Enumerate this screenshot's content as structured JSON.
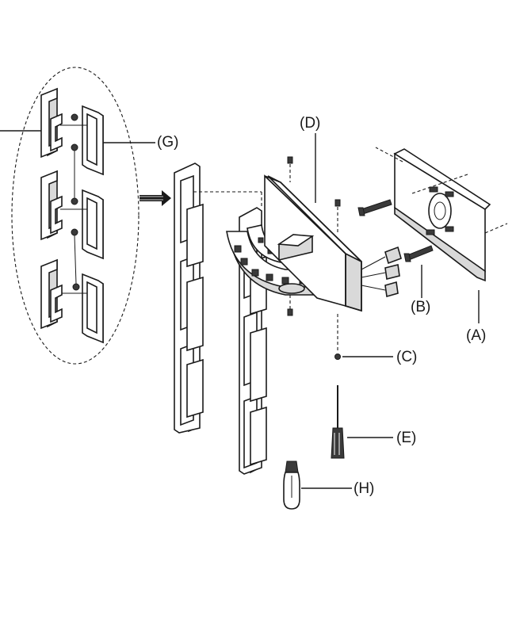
{
  "labels": {
    "a": "(A)",
    "b": "(B)",
    "c": "(C)",
    "d": "(D)",
    "e": "(E)",
    "g": "(G)",
    "h": "(H)"
  },
  "colors": {
    "ink": "#1a1a1a",
    "shade": "#d9d9d9",
    "background": "#ffffff"
  },
  "icons": {
    "a": "mounting-bracket-icon",
    "b": "wire-connector-icon",
    "c": "screw-icon",
    "d": "canopy-plate-icon",
    "e": "screwdriver-icon",
    "g": "chain-link-icon",
    "h": "light-bulb-icon"
  }
}
